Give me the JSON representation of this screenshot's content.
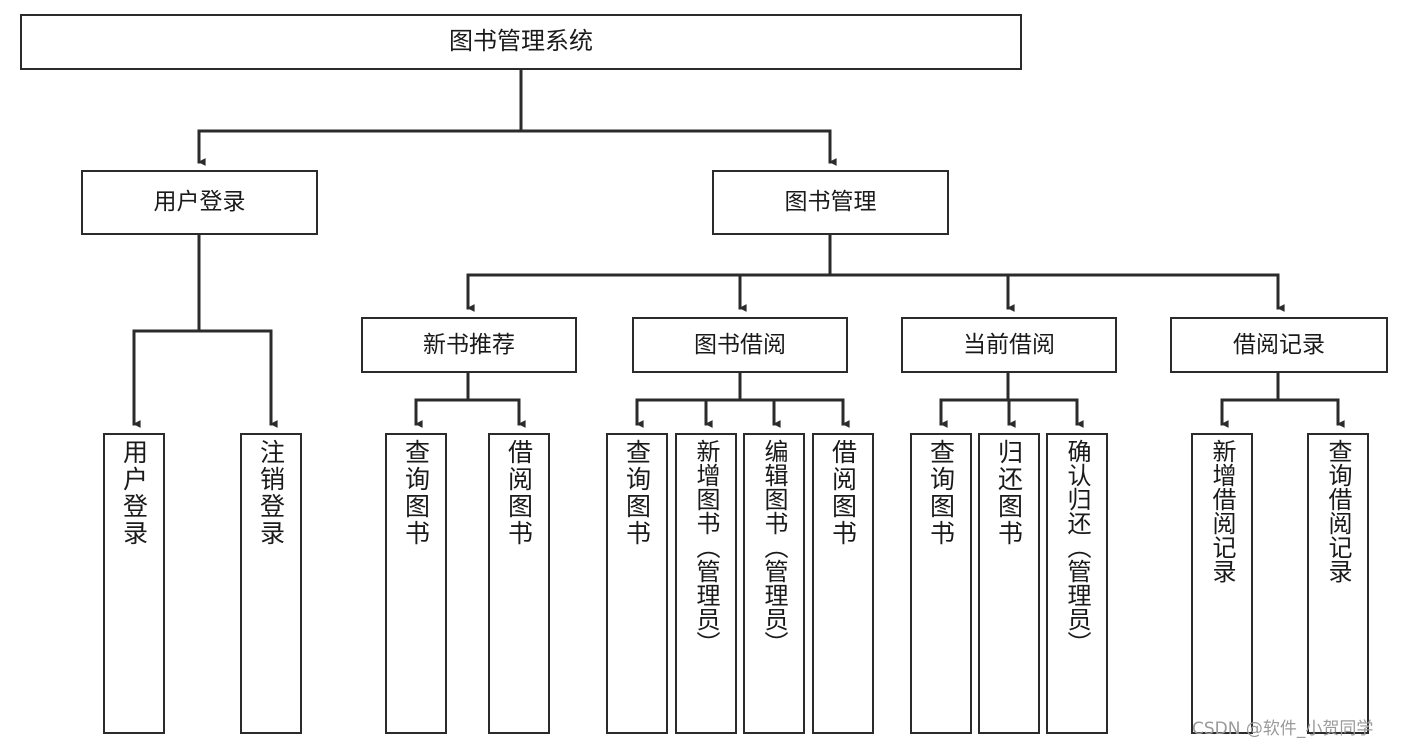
{
  "diagram": {
    "title": "图书管理系统",
    "type": "tree-hierarchy-chart",
    "orientation": "top-down",
    "colors": {
      "box_border": "#2b2b2b",
      "box_fill": "#ffffff",
      "edge": "#2b2b2b",
      "text": "#1a1a1a",
      "watermark": "#9a9a9a",
      "background": "#ffffff"
    }
  },
  "root": {
    "label": "图书管理系统"
  },
  "level1": [
    {
      "id": "user-login",
      "label": "用户登录"
    },
    {
      "id": "book-manage",
      "label": "图书管理"
    }
  ],
  "level2": [
    {
      "id": "new-book-recommend",
      "label": "新书推荐",
      "parent": "book-manage"
    },
    {
      "id": "book-borrow",
      "label": "图书借阅",
      "parent": "book-manage"
    },
    {
      "id": "current-borrow",
      "label": "当前借阅",
      "parent": "book-manage"
    },
    {
      "id": "borrow-record",
      "label": "借阅记录",
      "parent": "book-manage"
    }
  ],
  "leaves": [
    {
      "id": "leaf-user-login",
      "label": "用户登录",
      "parent": "user-login"
    },
    {
      "id": "leaf-user-logout",
      "label": "注销登录",
      "parent": "user-login"
    },
    {
      "id": "leaf-query-book-1",
      "label": "查询图书",
      "parent": "new-book-recommend"
    },
    {
      "id": "leaf-borrow-book-1",
      "label": "借阅图书",
      "parent": "new-book-recommend"
    },
    {
      "id": "leaf-query-book-2",
      "label": "查询图书",
      "parent": "book-borrow"
    },
    {
      "id": "leaf-add-book",
      "label": "新增图书（管理员）",
      "parent": "book-borrow"
    },
    {
      "id": "leaf-edit-book",
      "label": "编辑图书（管理员）",
      "parent": "book-borrow"
    },
    {
      "id": "leaf-borrow-book-2",
      "label": "借阅图书",
      "parent": "book-borrow"
    },
    {
      "id": "leaf-query-book-3",
      "label": "查询图书",
      "parent": "current-borrow"
    },
    {
      "id": "leaf-return-book",
      "label": "归还图书",
      "parent": "current-borrow"
    },
    {
      "id": "leaf-confirm-return",
      "label": "确认归还（管理员）",
      "parent": "current-borrow"
    },
    {
      "id": "leaf-add-record",
      "label": "新增借阅记录",
      "parent": "borrow-record"
    },
    {
      "id": "leaf-query-record",
      "label": "查询借阅记录",
      "parent": "borrow-record"
    }
  ],
  "watermark": {
    "text": "CSDN @软件_小贺同学"
  }
}
